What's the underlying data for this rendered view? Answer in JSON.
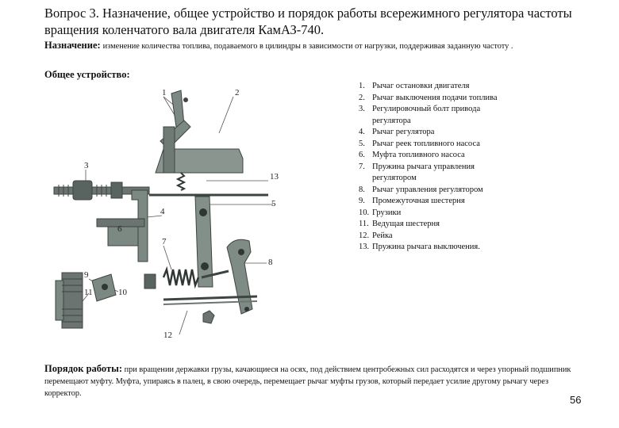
{
  "title": "Вопрос 3. Назначение, общее устройство и порядок работы всережимного регулятора частоты вращения коленчатого вала двигателя КамАЗ-740.",
  "purpose": {
    "label": "Назначение:",
    "text": "изменение количества топлива, подаваемого в цилиндры в зависимости от нагрузки, поддерживая заданную частоту ."
  },
  "device_heading": "Общее устройство:",
  "parts": [
    {
      "n": "1.",
      "text": "Рычаг остановки двигателя"
    },
    {
      "n": "2.",
      "text": "Рычаг выключения подачи топлива"
    },
    {
      "n": "3.",
      "text": "Регулировочный болт привода регулятора"
    },
    {
      "n": "4.",
      "text": "Рычаг регулятора"
    },
    {
      "n": "5.",
      "text": "Рычаг реек топливного насоса"
    },
    {
      "n": "6.",
      "text": "Муфта топливного насоса"
    },
    {
      "n": "7.",
      "text": "Пружина рычага управления регулятором"
    },
    {
      "n": "8.",
      "text": "Рычаг управления  регулятором"
    },
    {
      "n": "9.",
      "text": "Промежуточная шестерня"
    },
    {
      "n": "10.",
      "text": "Грузики"
    },
    {
      "n": "11.",
      "text": "Ведущая шестерня"
    },
    {
      "n": "12.",
      "text": "Рейка"
    },
    {
      "n": "13.",
      "text": "Пружина рычага выключения."
    }
  ],
  "callouts": [
    "1",
    "2",
    "3",
    "4",
    "5",
    "6",
    "7",
    "8",
    "9",
    "10",
    "11",
    "12",
    "13"
  ],
  "process": {
    "label": "Порядок работы:",
    "text": "при вращении державки грузы, качающиеся на осях, под действием центробежных сил расходятся и через упорный подшипник перемещают муфту. Муфта, упираясь в палец, в свою очередь, перемещает рычаг муфты грузов, который передает усилие другому рычагу через корректор."
  },
  "page_number": "56"
}
